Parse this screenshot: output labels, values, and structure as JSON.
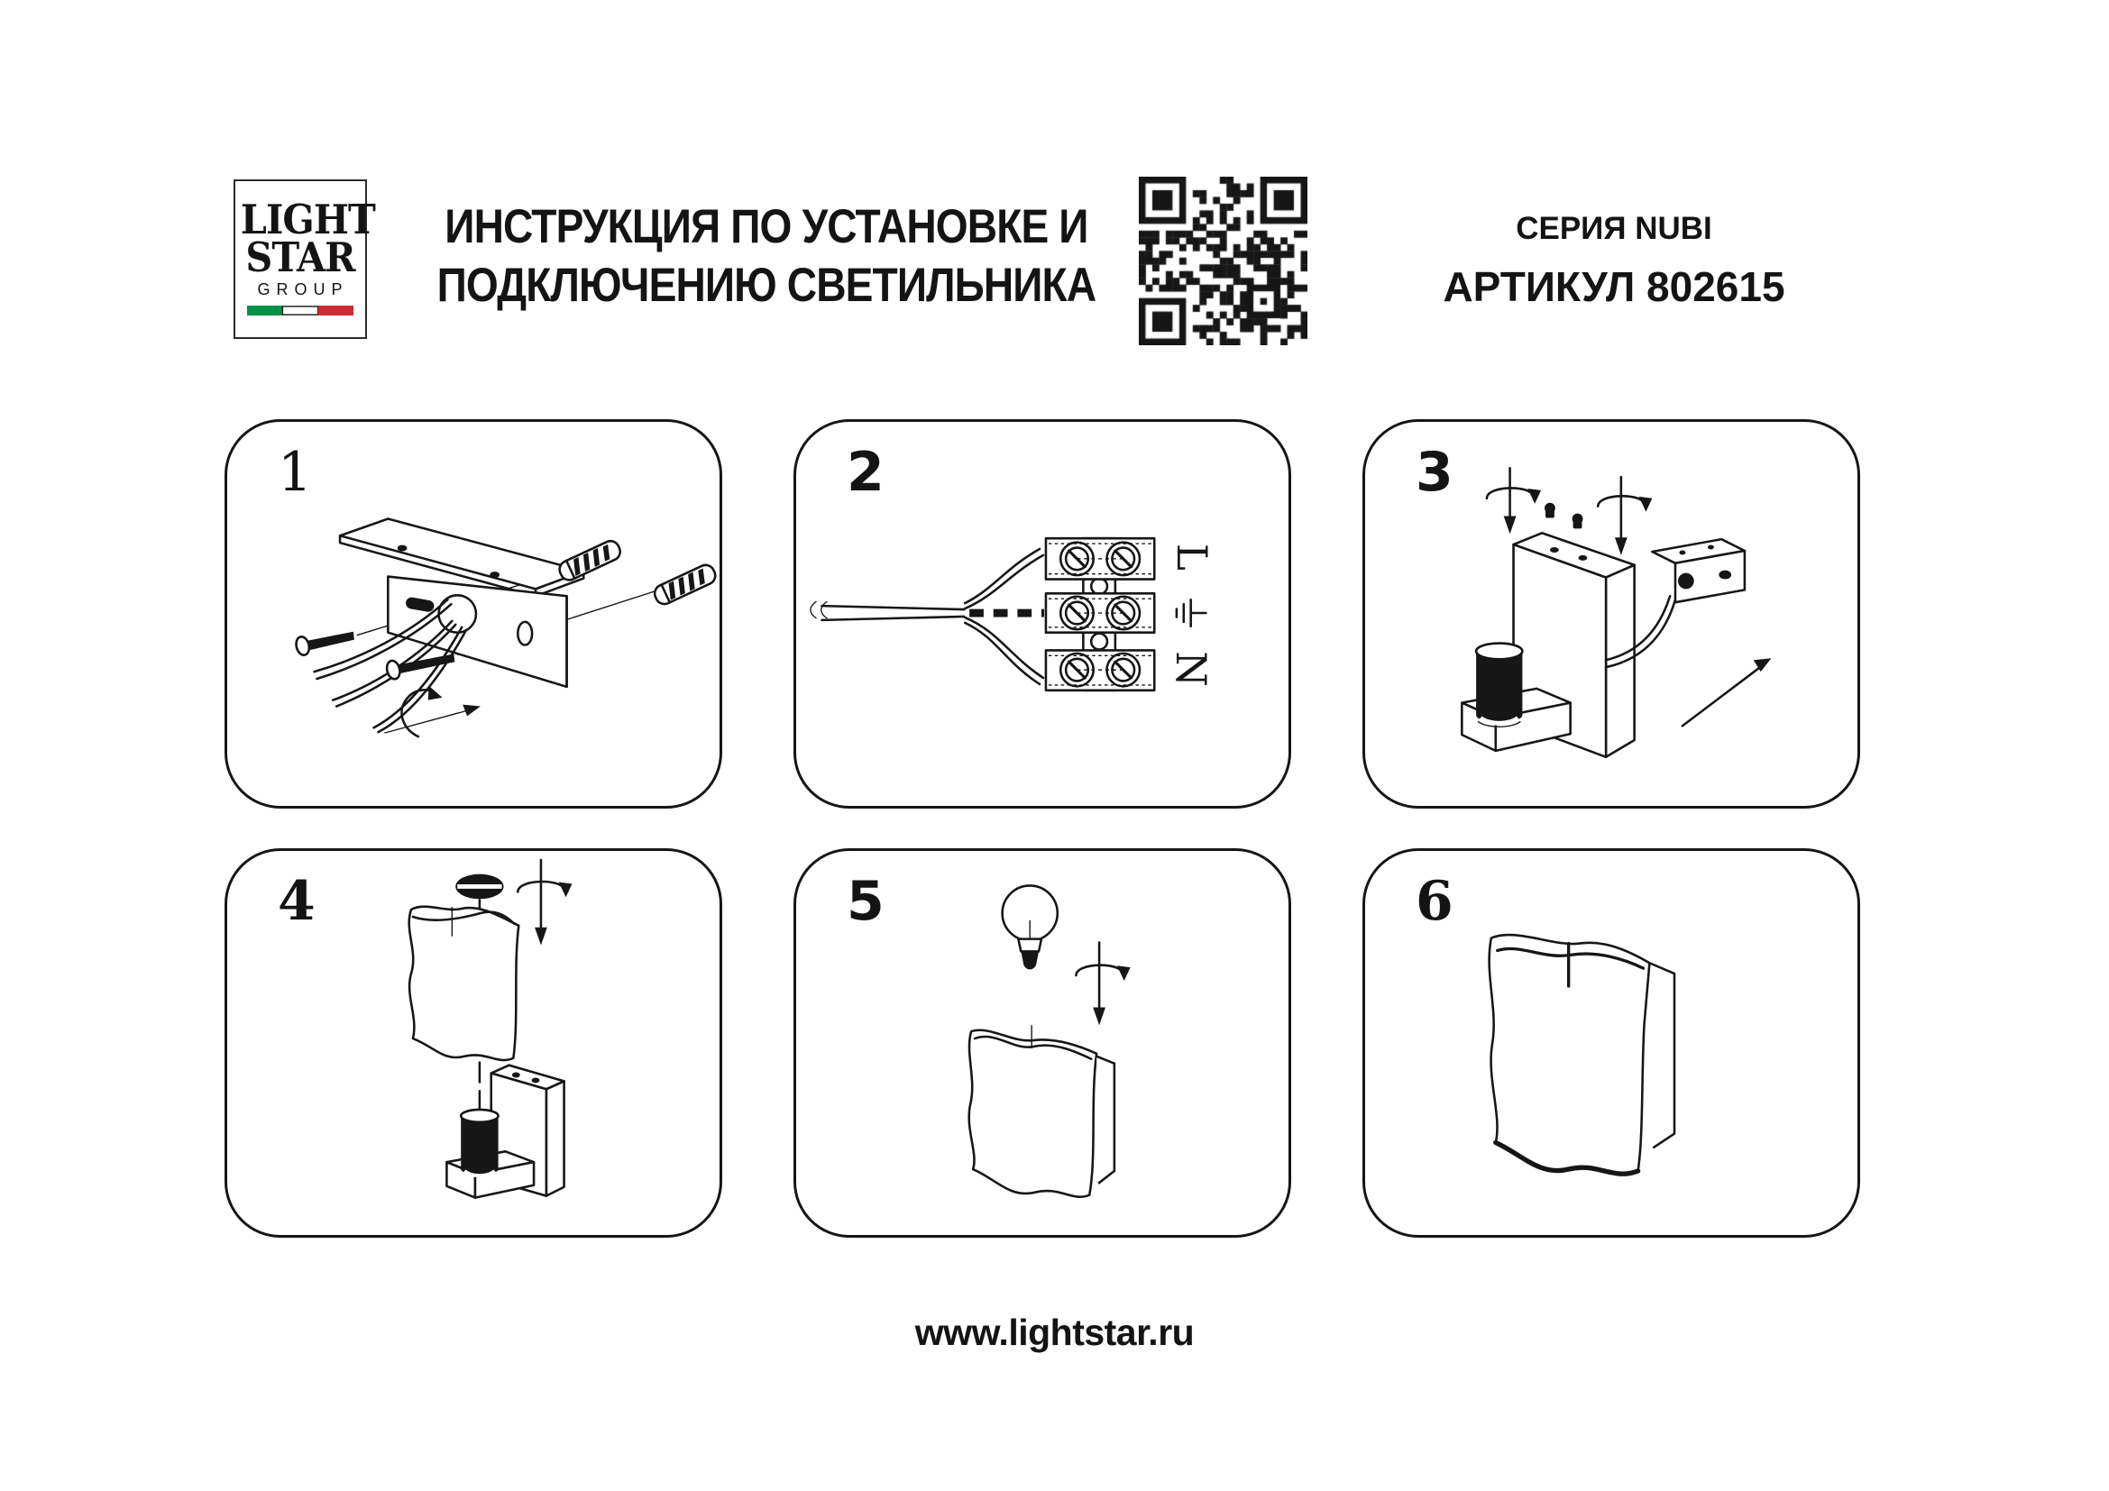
{
  "header": {
    "logo": {
      "line1": "LIGHT",
      "line2": "STAR",
      "line3": "GROUP"
    },
    "title_line1": "ИНСТРУКЦИЯ ПО УСТАНОВКЕ И",
    "title_line2": "ПОДКЛЮЧЕНИЮ СВЕТИЛЬНИКА",
    "series": "СЕРИЯ NUBI",
    "article": "АРТИКУЛ 802615",
    "qr_icon": "qr-code"
  },
  "steps": [
    {
      "number": "1"
    },
    {
      "number": "2"
    },
    {
      "number": "3"
    },
    {
      "number": "4"
    },
    {
      "number": "5"
    },
    {
      "number": "6"
    }
  ],
  "wiring": {
    "line": "L",
    "neutral": "N",
    "earth_icon": "earth-ground-symbol"
  },
  "footer": {
    "website": "www.lightstar.ru"
  },
  "colors": {
    "ink": "#161616",
    "flag_green": "#009246",
    "flag_red": "#ce2b37",
    "background": "#ffffff"
  }
}
